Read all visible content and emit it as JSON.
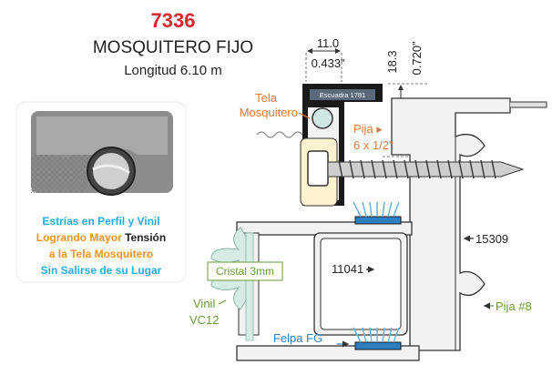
{
  "header": {
    "code": "7336",
    "title": "MOSQUITERO FIJO",
    "subtitle": "Longitud 6.10 m"
  },
  "dimensions": {
    "width_mm": "11.0",
    "width_in": "0.433”",
    "height_mm": "18.3",
    "height_in": "0.720”"
  },
  "labels": {
    "escuadra": "Escuadra 1781",
    "tela_line1": "Tela",
    "tela_line2": "Mosquitero",
    "pija_line1": "Pija ▸",
    "pija_line2": "6 x 1/2\"",
    "profile_15309": "15309",
    "profile_11041": "11041",
    "cristal": "Cristal 3mm",
    "vinil_line1": "Vinil",
    "vinil_line2": "VC12",
    "pija8": "Pija #8",
    "felpa": "Felpa FG"
  },
  "info_box": {
    "line1": "Estrías en Perfil y Vinil",
    "line2_a": "Logrando Mayor ",
    "line2_b": "Tensión",
    "line3": "a la Tela Mosquitero",
    "line4": "Sin Salirse de su Lugar"
  },
  "colors": {
    "brand_red": "#d7282f",
    "label_orange": "#e07a3a",
    "info_blue": "#29abe2",
    "info_orange": "#f7941d",
    "vinil_green": "#6a9a3a",
    "felpa_blue": "#2e7fc1",
    "profile_fill": "#f2f2f2",
    "profile_stroke": "#333333",
    "vinyl_fill": "#d6ebe6"
  }
}
